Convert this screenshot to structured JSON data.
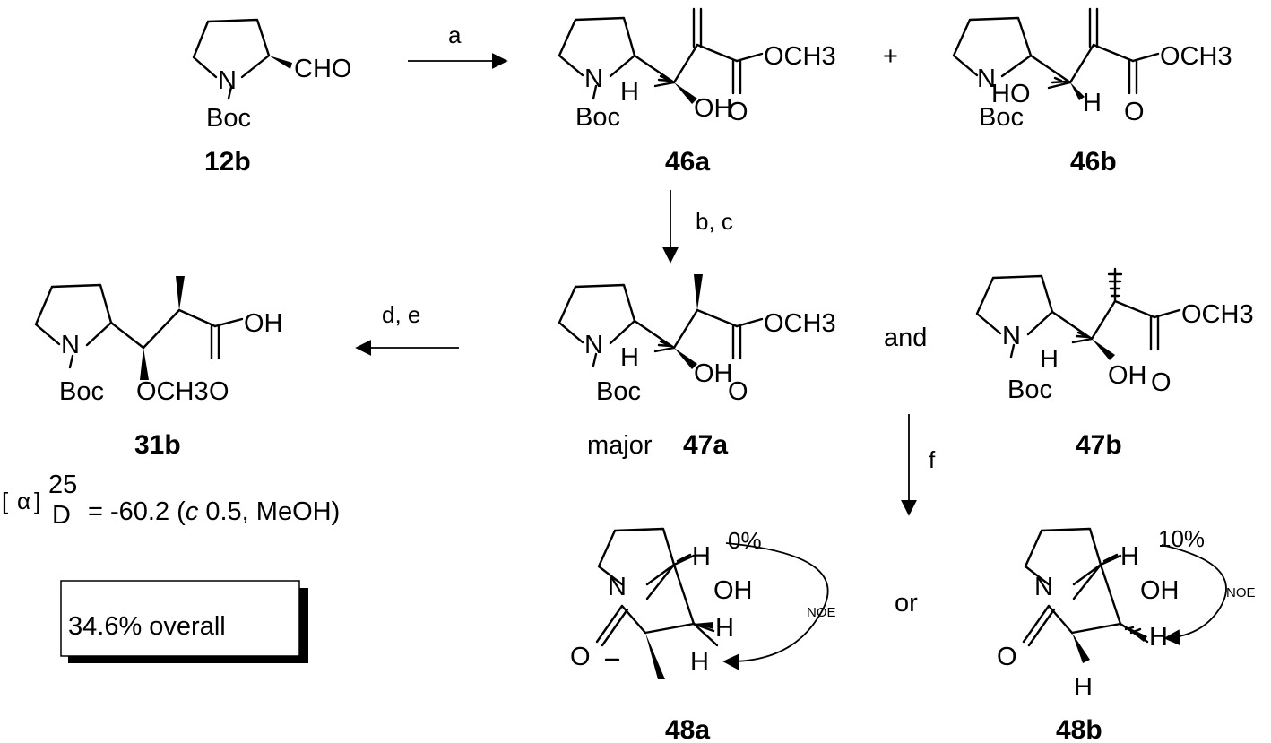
{
  "compounds": {
    "c12b": {
      "label": "12b",
      "cho": "CHO",
      "n": "N",
      "boc": "Boc"
    },
    "c46a": {
      "label": "46a",
      "ester": "OCH3",
      "oh": "OH",
      "h": "H",
      "o": "O",
      "n": "N",
      "boc": "Boc"
    },
    "c46b": {
      "label": "46b",
      "ester": "OCH3",
      "ho": "HO",
      "h": "H",
      "o": "O",
      "n": "N",
      "boc": "Boc"
    },
    "c47a": {
      "label": "47a",
      "tag": "major",
      "ester": "OCH3",
      "oh": "OH",
      "h": "H",
      "o": "O",
      "n": "N",
      "boc": "Boc"
    },
    "c47b": {
      "label": "47b",
      "ester": "OCH3",
      "oh": "OH",
      "h": "H",
      "o": "O",
      "n": "N",
      "boc": "Boc"
    },
    "c31b": {
      "label": "31b",
      "oh": "OH",
      "ome": "OCH3",
      "o": "O",
      "n": "N",
      "boc": "Boc"
    },
    "c48a": {
      "label": "48a",
      "oh": "OH",
      "h": "H",
      "o": "O",
      "n": "N",
      "noe_pct": "0%",
      "noe": "NOE"
    },
    "c48b": {
      "label": "48b",
      "oh": "OH",
      "h": "H",
      "o": "O",
      "n": "N",
      "noe_pct": "10%",
      "noe": "NOE"
    }
  },
  "arrows": {
    "a": "a",
    "bc": "b, c",
    "de": "d, e",
    "f": "f"
  },
  "connectors": {
    "plus": "+",
    "and": "and",
    "or": "or"
  },
  "rotation": {
    "alpha": "α",
    "temp": "25",
    "line": "D",
    "value": "= -60.2 (",
    "c": "c",
    "cond": " 0.5, MeOH)"
  },
  "yield_box": "34.6% overall"
}
